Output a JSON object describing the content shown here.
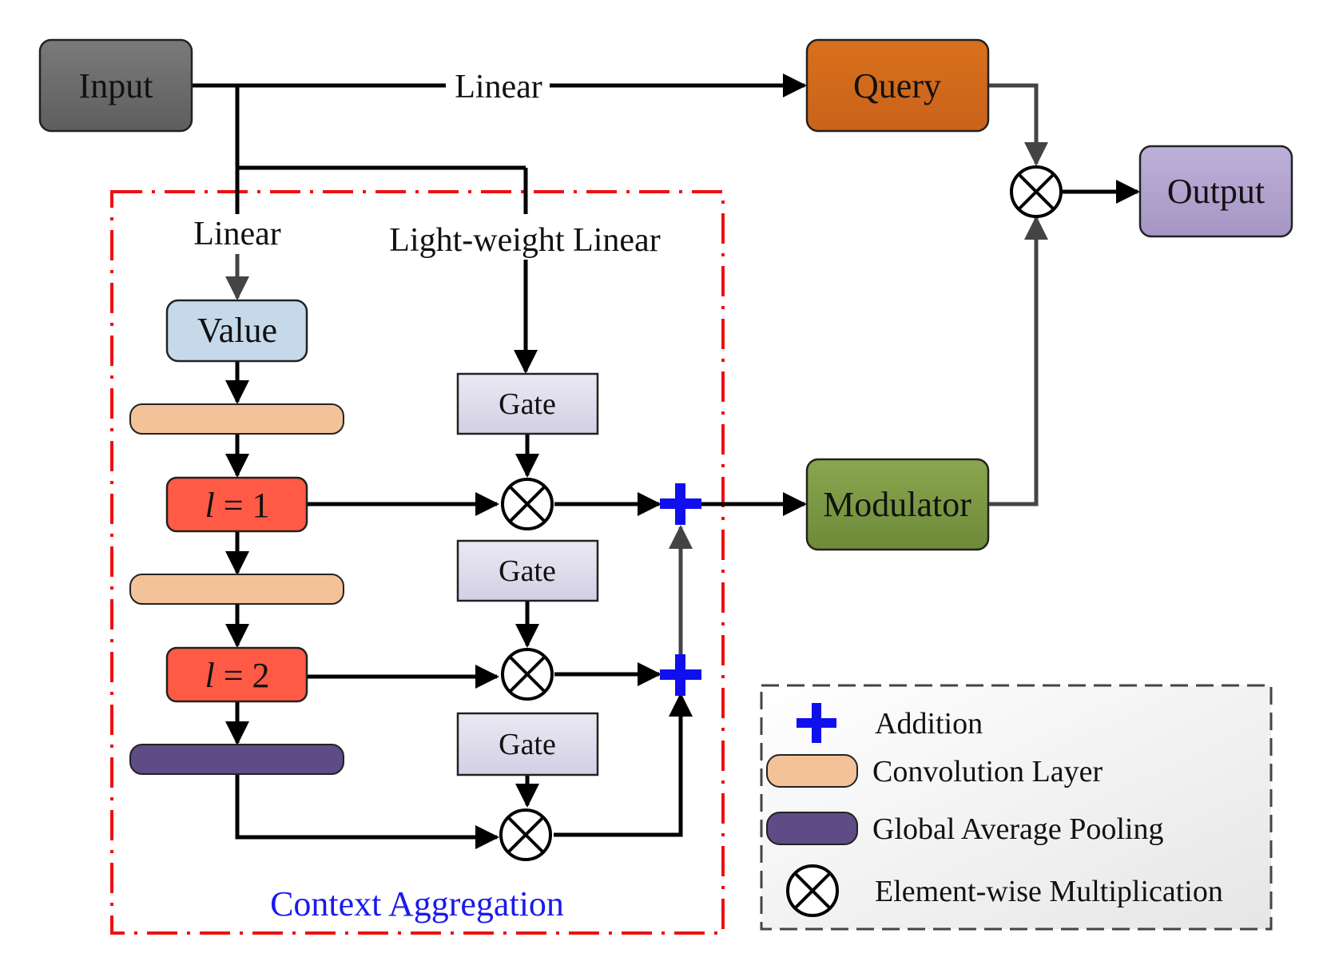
{
  "nodes": {
    "input": "Input",
    "query": "Query",
    "output": "Output",
    "value": "Value",
    "modulator": "Modulator",
    "gate1": "Gate",
    "gate2": "Gate",
    "gate3": "Gate",
    "level1": {
      "var": "l",
      "rest": " = 1"
    },
    "level2": {
      "var": "l",
      "rest": " = 2"
    }
  },
  "edge_labels": {
    "input_to_query": "Linear",
    "input_to_value": "Linear",
    "input_to_gates": "Light-weight Linear"
  },
  "context_box": {
    "label": "Context Aggregation"
  },
  "legend": {
    "addition": "Addition",
    "convolution": "Convolution Layer",
    "pooling": "Global Average Pooling",
    "multiplication": "Element-wise Multiplication"
  },
  "colors": {
    "input": "#6b6b6b",
    "query": "#d2691e",
    "output": "#ad9ec9",
    "value": "#c6d9ea",
    "modulator": "#7a9642",
    "gate": "#dedbeb",
    "level": "#ff5a45",
    "convolution": "#f4c298",
    "pooling": "#5f4b85",
    "addition": "#1010ee",
    "context_border": "#ee1111",
    "context_label": "#1a1aee"
  }
}
